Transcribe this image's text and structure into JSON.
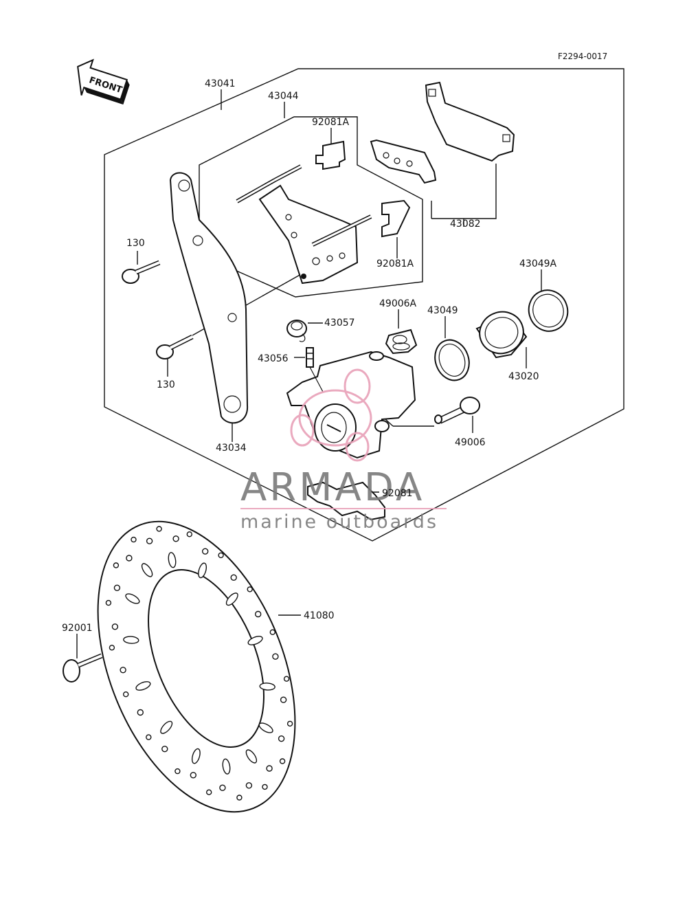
{
  "diagram_code": "F2294-0017",
  "front_label": "FRONT",
  "watermark": {
    "brand": "ARMADA",
    "tagline": "marine outboards",
    "text_color": "#7a7a7a",
    "accent_color": "#e8a0b8"
  },
  "parts": {
    "p43041": "43041",
    "p43044": "43044",
    "p92081A_top": "92081A",
    "p92081A_bottom": "92081A",
    "p43082": "43082",
    "p130_top": "130",
    "p130_bottom": "130",
    "p43049A": "43049A",
    "p49006A": "49006A",
    "p43049": "43049",
    "p43057": "43057",
    "p43056": "43056",
    "p43020": "43020",
    "p49006": "49006",
    "p43034": "43034",
    "p92081": "92081",
    "p41080": "41080",
    "p92001": "92001"
  }
}
